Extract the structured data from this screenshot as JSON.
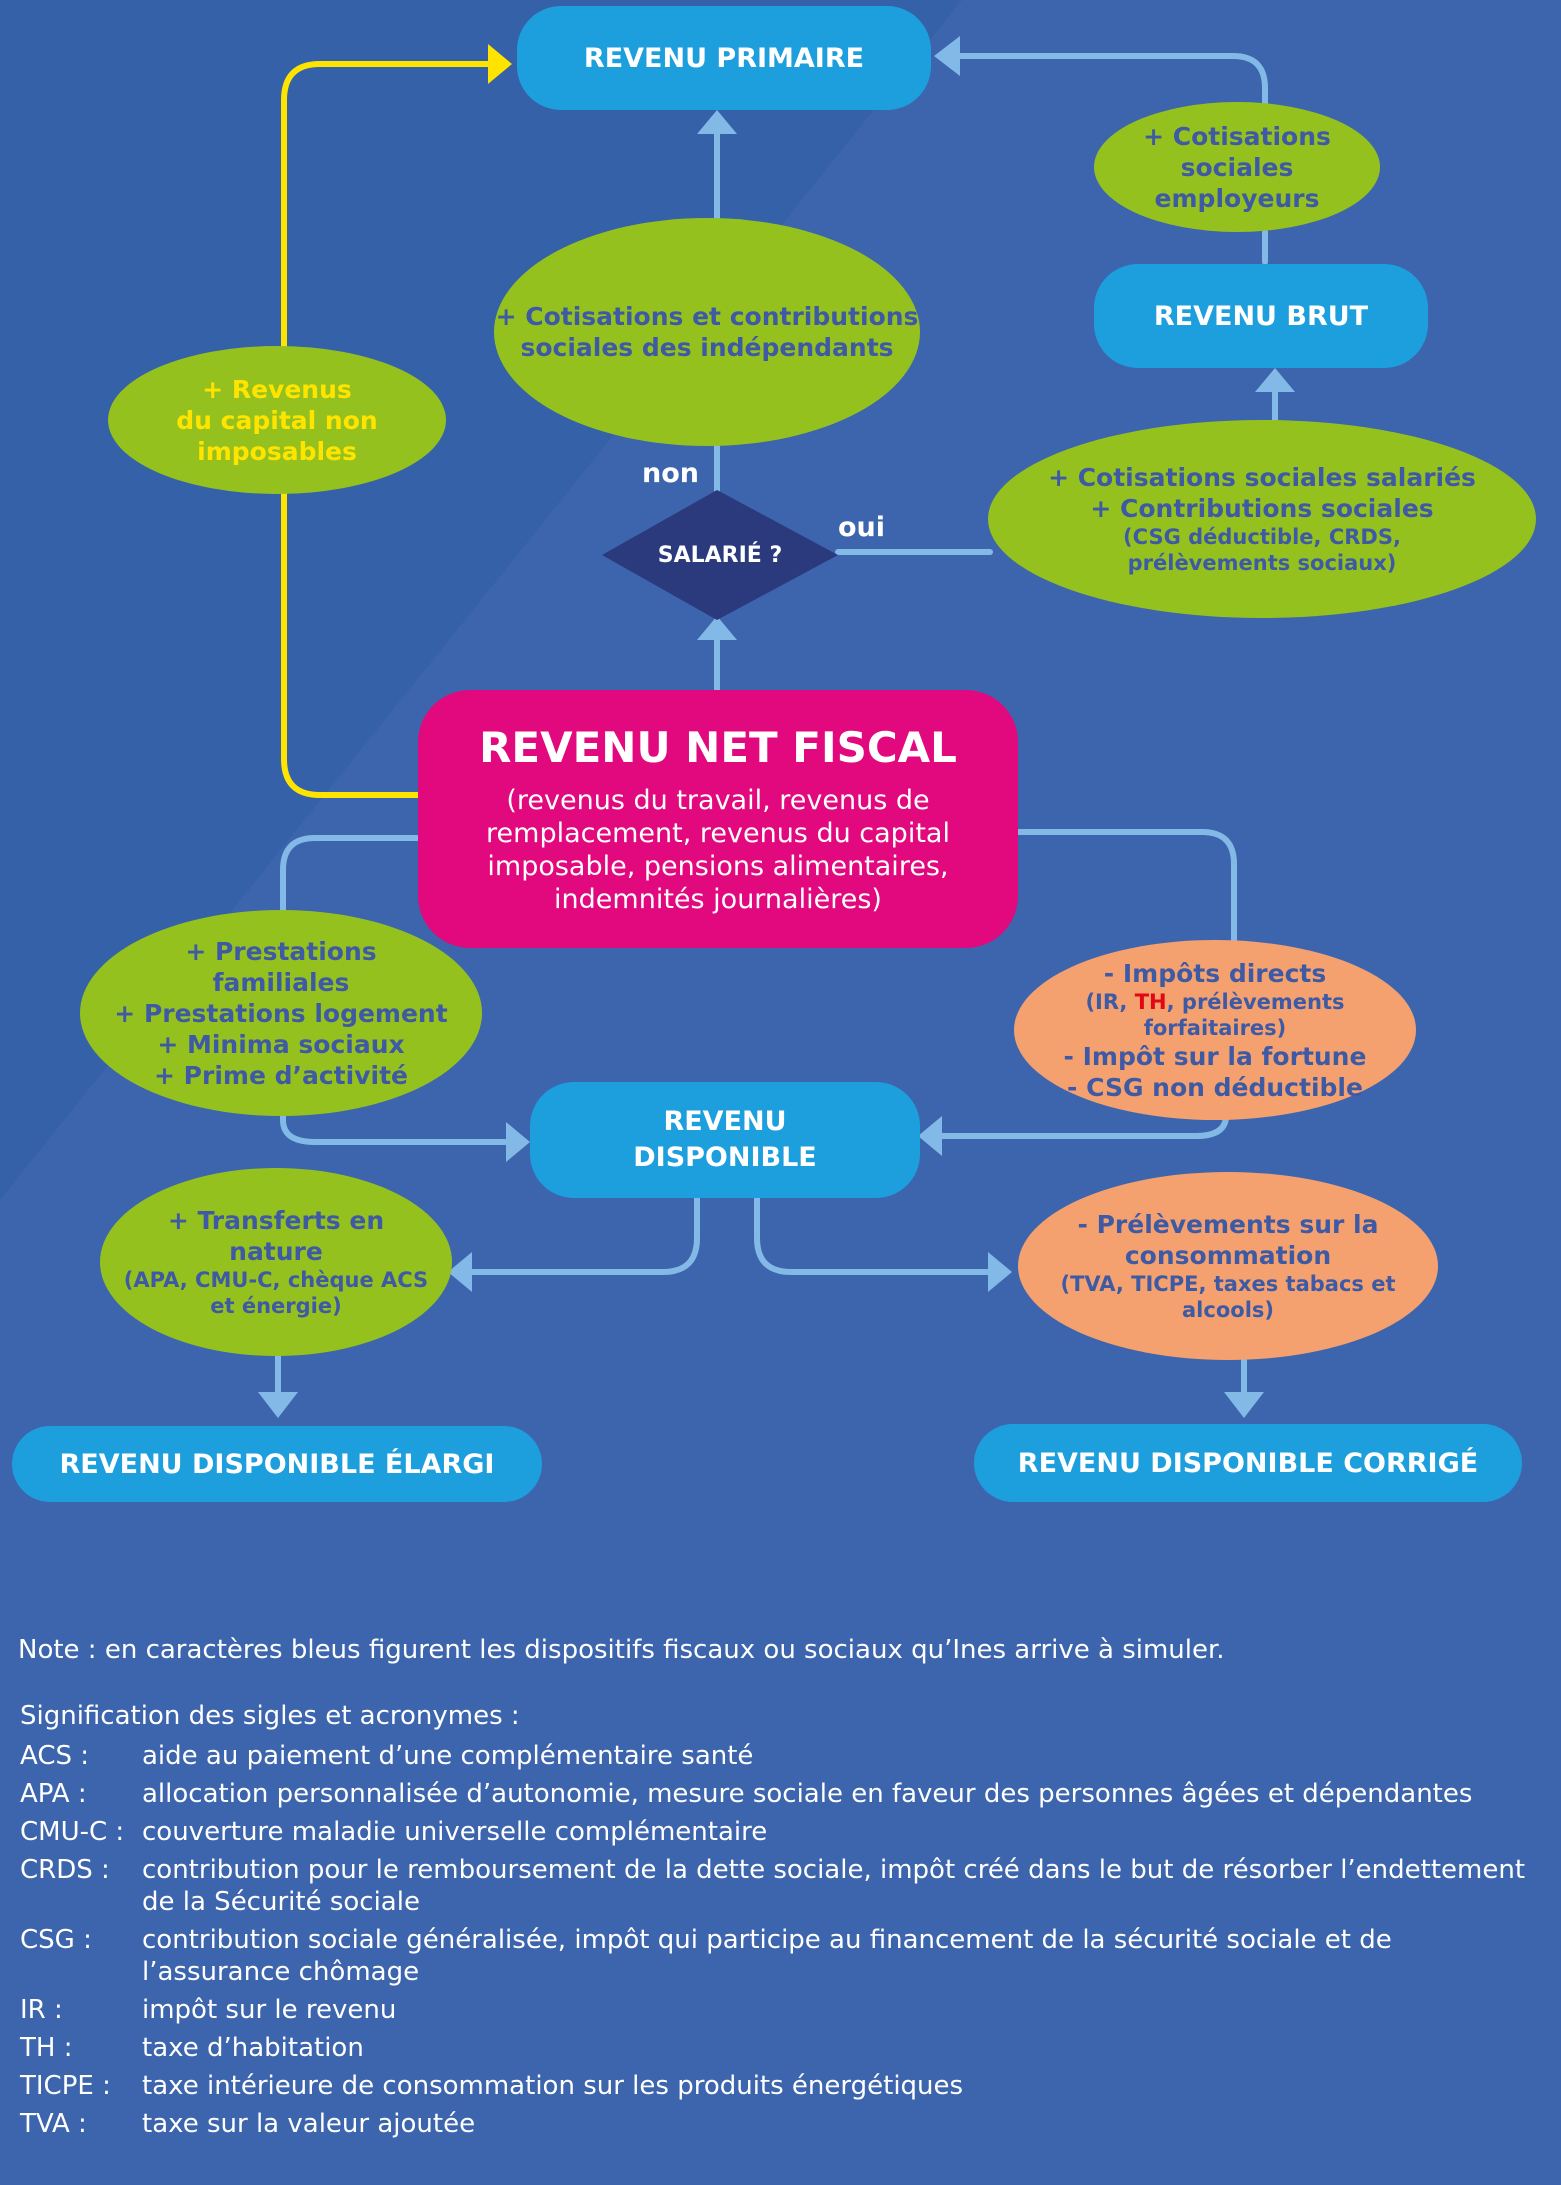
{
  "colors": {
    "background": "#3d65ad",
    "background_dark": "#3561a8",
    "blue_box": "#1e9fdd",
    "green_ellipse": "#95c11f",
    "orange_ellipse": "#f4a16f",
    "pink_box": "#e2087e",
    "diamond": "#2a3a7c",
    "connector": "#83b9e6",
    "yellow_connector": "#ffe400",
    "ellipse_text": "#3e5aa5"
  },
  "nodes": {
    "revenu_primaire": "REVENU PRIMAIRE",
    "cotisations_employeurs": [
      "+ Cotisations",
      "sociales",
      "employeurs"
    ],
    "revenu_brut": "REVENU BRUT",
    "cotisations_independants": [
      "+ Cotisations et contributions",
      "sociales des indépendants"
    ],
    "revenus_capital": [
      "+ Revenus",
      "du capital non",
      "imposables"
    ],
    "salarie": "SALARIÉ ?",
    "non": "non",
    "oui": "oui",
    "cotisations_salaries": {
      "lines": [
        "+ Cotisations sociales salariés",
        "+ Contributions sociales"
      ],
      "detail": [
        "(CSG déductible, CRDS,",
        "prélèvements sociaux)"
      ]
    },
    "revenu_net_fiscal": {
      "title": "REVENU NET FISCAL",
      "sub": [
        "(revenus du travail, revenus de",
        "remplacement, revenus du capital",
        "imposable, pensions alimentaires,",
        "indemnités journalières)"
      ]
    },
    "prestations": [
      "+ Prestations",
      "familiales",
      "+ Prestations logement",
      "+ Minima sociaux",
      "+ Prime d’activité"
    ],
    "impots": {
      "title": "- Impôts directs",
      "detail_prefix": "(IR, ",
      "detail_th": "TH",
      "detail_suffix": ", prélèvements",
      "detail_2": "forfaitaires)",
      "lines": [
        "- Impôt sur la fortune",
        "- CSG non déductible"
      ]
    },
    "revenu_disponible": [
      "REVENU",
      "DISPONIBLE"
    ],
    "transferts": {
      "lines": [
        "+ Transferts en",
        "nature"
      ],
      "detail": [
        "(APA, CMU-C, chèque ACS",
        "et énergie)"
      ]
    },
    "prelevements": {
      "lines": [
        "- Prélèvements sur la",
        "consommation"
      ],
      "detail": [
        "(TVA, TICPE, taxes tabacs et alcools)"
      ]
    },
    "revenu_disponible_elargi": "REVENU DISPONIBLE ÉLARGI",
    "revenu_disponible_corrige": "REVENU DISPONIBLE CORRIGÉ"
  },
  "note": "Note : en caractères bleus figurent les dispositifs fiscaux ou sociaux qu’Ines arrive à simuler.",
  "acronyms_title": "Signification des sigles et acronymes :",
  "acronyms": [
    {
      "abbr": "ACS :",
      "def": "aide au paiement d’une complémentaire santé"
    },
    {
      "abbr": "APA :",
      "def": "allocation personnalisée d’autonomie, mesure sociale en faveur des personnes âgées et dépendantes"
    },
    {
      "abbr": "CMU-C :",
      "def": "couverture maladie universelle complémentaire"
    },
    {
      "abbr": "CRDS :",
      "def": "contribution pour le remboursement de la dette sociale, impôt créé dans le but de résorber l’endettement de la Sécurité sociale"
    },
    {
      "abbr": "CSG :",
      "def": "contribution sociale généralisée, impôt qui participe au financement de la sécurité sociale et de l’assurance chômage"
    },
    {
      "abbr": "IR :",
      "def": "impôt sur le revenu"
    },
    {
      "abbr": "TH :",
      "def": "taxe d’habitation"
    },
    {
      "abbr": "TICPE :",
      "def": "taxe intérieure de consommation sur les produits énergétiques"
    },
    {
      "abbr": "TVA :",
      "def": "taxe sur la valeur ajoutée"
    }
  ]
}
